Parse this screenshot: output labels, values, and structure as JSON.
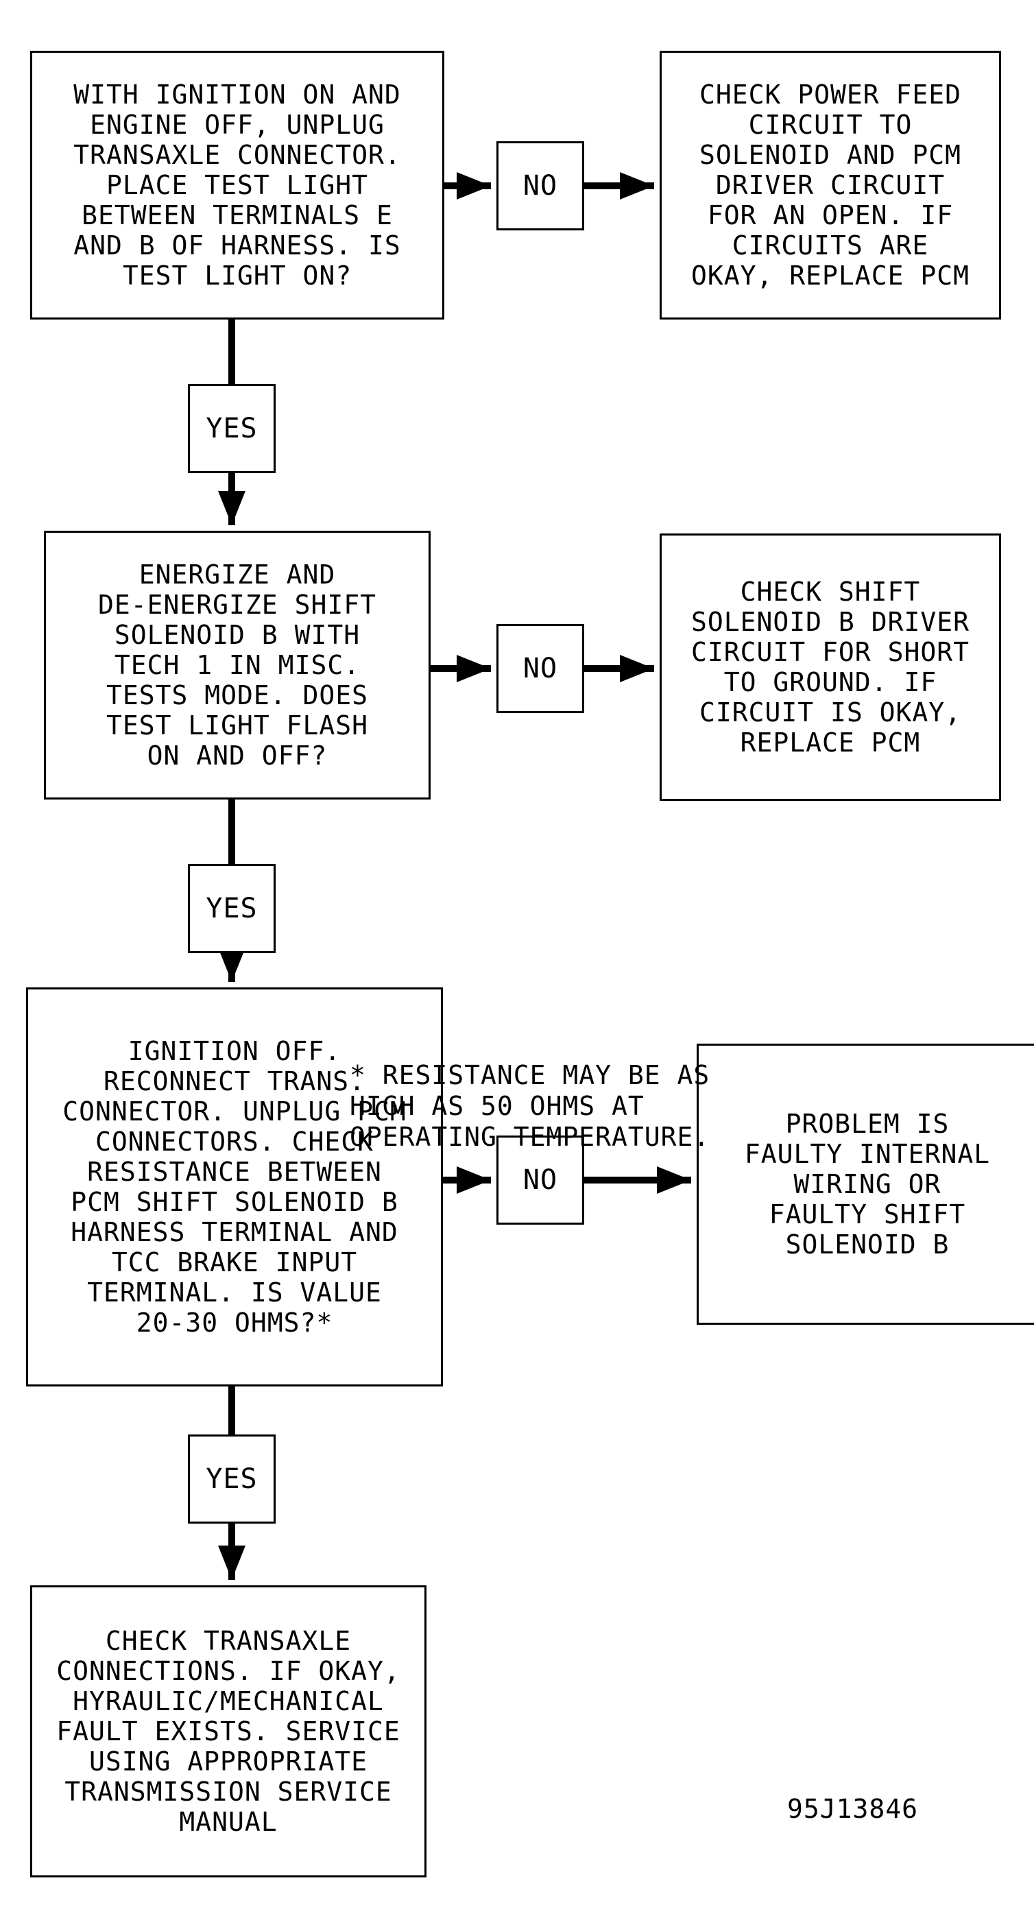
{
  "steps": [
    "WITH IGNITION ON AND\nENGINE OFF, UNPLUG\nTRANSAXLE CONNECTOR.\nPLACE TEST LIGHT\nBETWEEN TERMINALS E\nAND B OF HARNESS. IS\nTEST LIGHT ON?",
    "ENERGIZE AND\nDE-ENERGIZE SHIFT\nSOLENOID B WITH\nTECH 1 IN MISC.\nTESTS MODE. DOES\nTEST LIGHT FLASH\nON AND OFF?",
    "IGNITION OFF.\nRECONNECT TRANS.\nCONNECTOR. UNPLUG PCM\nCONNECTORS. CHECK\nRESISTANCE BETWEEN\nPCM SHIFT SOLENOID B\nHARNESS TERMINAL AND\nTCC BRAKE INPUT\nTERMINAL. IS VALUE\n20-30 OHMS?*",
    "CHECK TRANSAXLE\nCONNECTIONS. IF OKAY,\nHYRAULIC/MECHANICAL\nFAULT EXISTS. SERVICE\nUSING APPROPRIATE\nTRANSMISSION SERVICE\nMANUAL"
  ],
  "no_actions": [
    "CHECK POWER FEED\nCIRCUIT TO\nSOLENOID AND PCM\nDRIVER CIRCUIT\nFOR AN OPEN. IF\nCIRCUITS ARE\nOKAY, REPLACE PCM",
    "CHECK SHIFT\nSOLENOID B DRIVER\nCIRCUIT FOR SHORT\nTO GROUND. IF\nCIRCUIT IS OKAY,\nREPLACE PCM",
    "PROBLEM IS\nFAULTY INTERNAL\nWIRING OR\nFAULTY SHIFT\nSOLENOID B"
  ],
  "labels": {
    "yes": "YES",
    "no": "NO"
  },
  "footnote": "* RESISTANCE MAY BE AS\nHIGH AS 50 OHMS AT\nOPERATING TEMPERATURE.",
  "figure_id": "95J13846"
}
